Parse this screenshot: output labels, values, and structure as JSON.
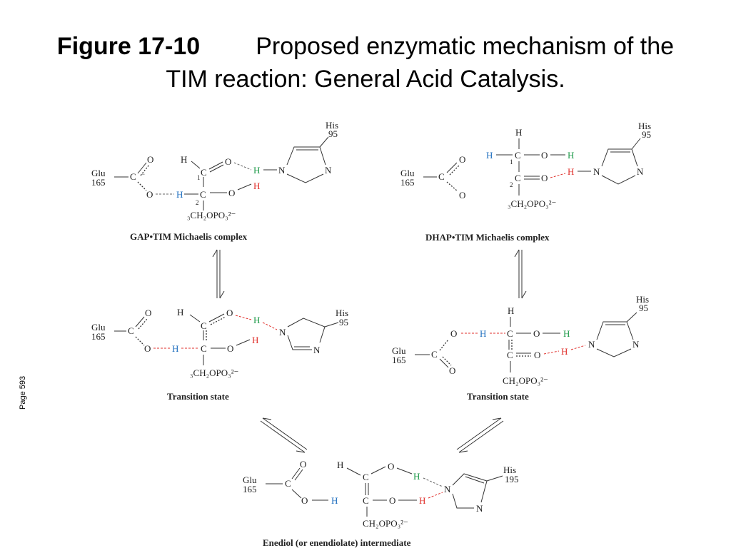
{
  "slide": {
    "figure_label": "Figure 17-10",
    "title_line1": "Proposed enzymatic mechanism of the",
    "title_line2": "TIM reaction:  General Acid Catalysis.",
    "page_note": "Page 593"
  },
  "labels": {
    "glu": "Glu",
    "glu_num": "165",
    "his": "His",
    "his95": "95",
    "his195": "195",
    "O": "O",
    "C": "C",
    "H": "H",
    "N": "N",
    "minus": "−",
    "phosphate": "CH₂OPO₃²⁻",
    "phosphate3": "₃CH₂OPO₃²⁻",
    "c1": "1",
    "c2": "2"
  },
  "captions": {
    "gap_complex": "GAP•TIM Michaelis complex",
    "dhap_complex": "DHAP•TIM Michaelis complex",
    "ts_left": "Transition state",
    "ts_right": "Transition state",
    "enediol": "Enediol (or enendiolate) intermediate"
  },
  "colors": {
    "blue_h": "#1f6fbf",
    "red_h": "#e0302c",
    "green_h": "#1e9a4a"
  }
}
